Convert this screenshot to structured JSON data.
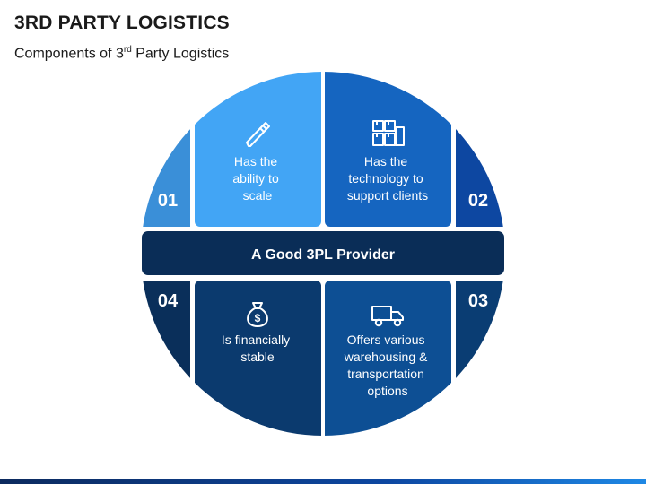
{
  "header": {
    "title": "3RD PARTY LOGISTICS",
    "subtitle_pre": "Components of 3",
    "subtitle_sup": "rd",
    "subtitle_post": " Party Logistics"
  },
  "center_band": {
    "label": "A Good 3PL Provider"
  },
  "components": [
    {
      "number": "01",
      "lines": [
        "Has the",
        "ability to",
        "scale"
      ],
      "icon": "pencil-icon",
      "color": "#42a5f5",
      "side_color": "#3a8fd8"
    },
    {
      "number": "02",
      "lines": [
        "Has the",
        "technology to",
        "support clients"
      ],
      "icon": "boxes-icon",
      "color": "#1565c0",
      "side_color": "#0d47a1"
    },
    {
      "number": "03",
      "lines": [
        "Offers various",
        "warehousing &",
        "transportation",
        "options"
      ],
      "icon": "truck-icon",
      "color": "#0d4f94",
      "side_color": "#0a3d73"
    },
    {
      "number": "04",
      "lines": [
        "Is financially",
        "stable"
      ],
      "icon": "money-bag-icon",
      "color": "#0b3a6e",
      "side_color": "#0a2f5a"
    }
  ],
  "colors": {
    "band": "#0a2d57",
    "footer": "#0d47a1"
  }
}
